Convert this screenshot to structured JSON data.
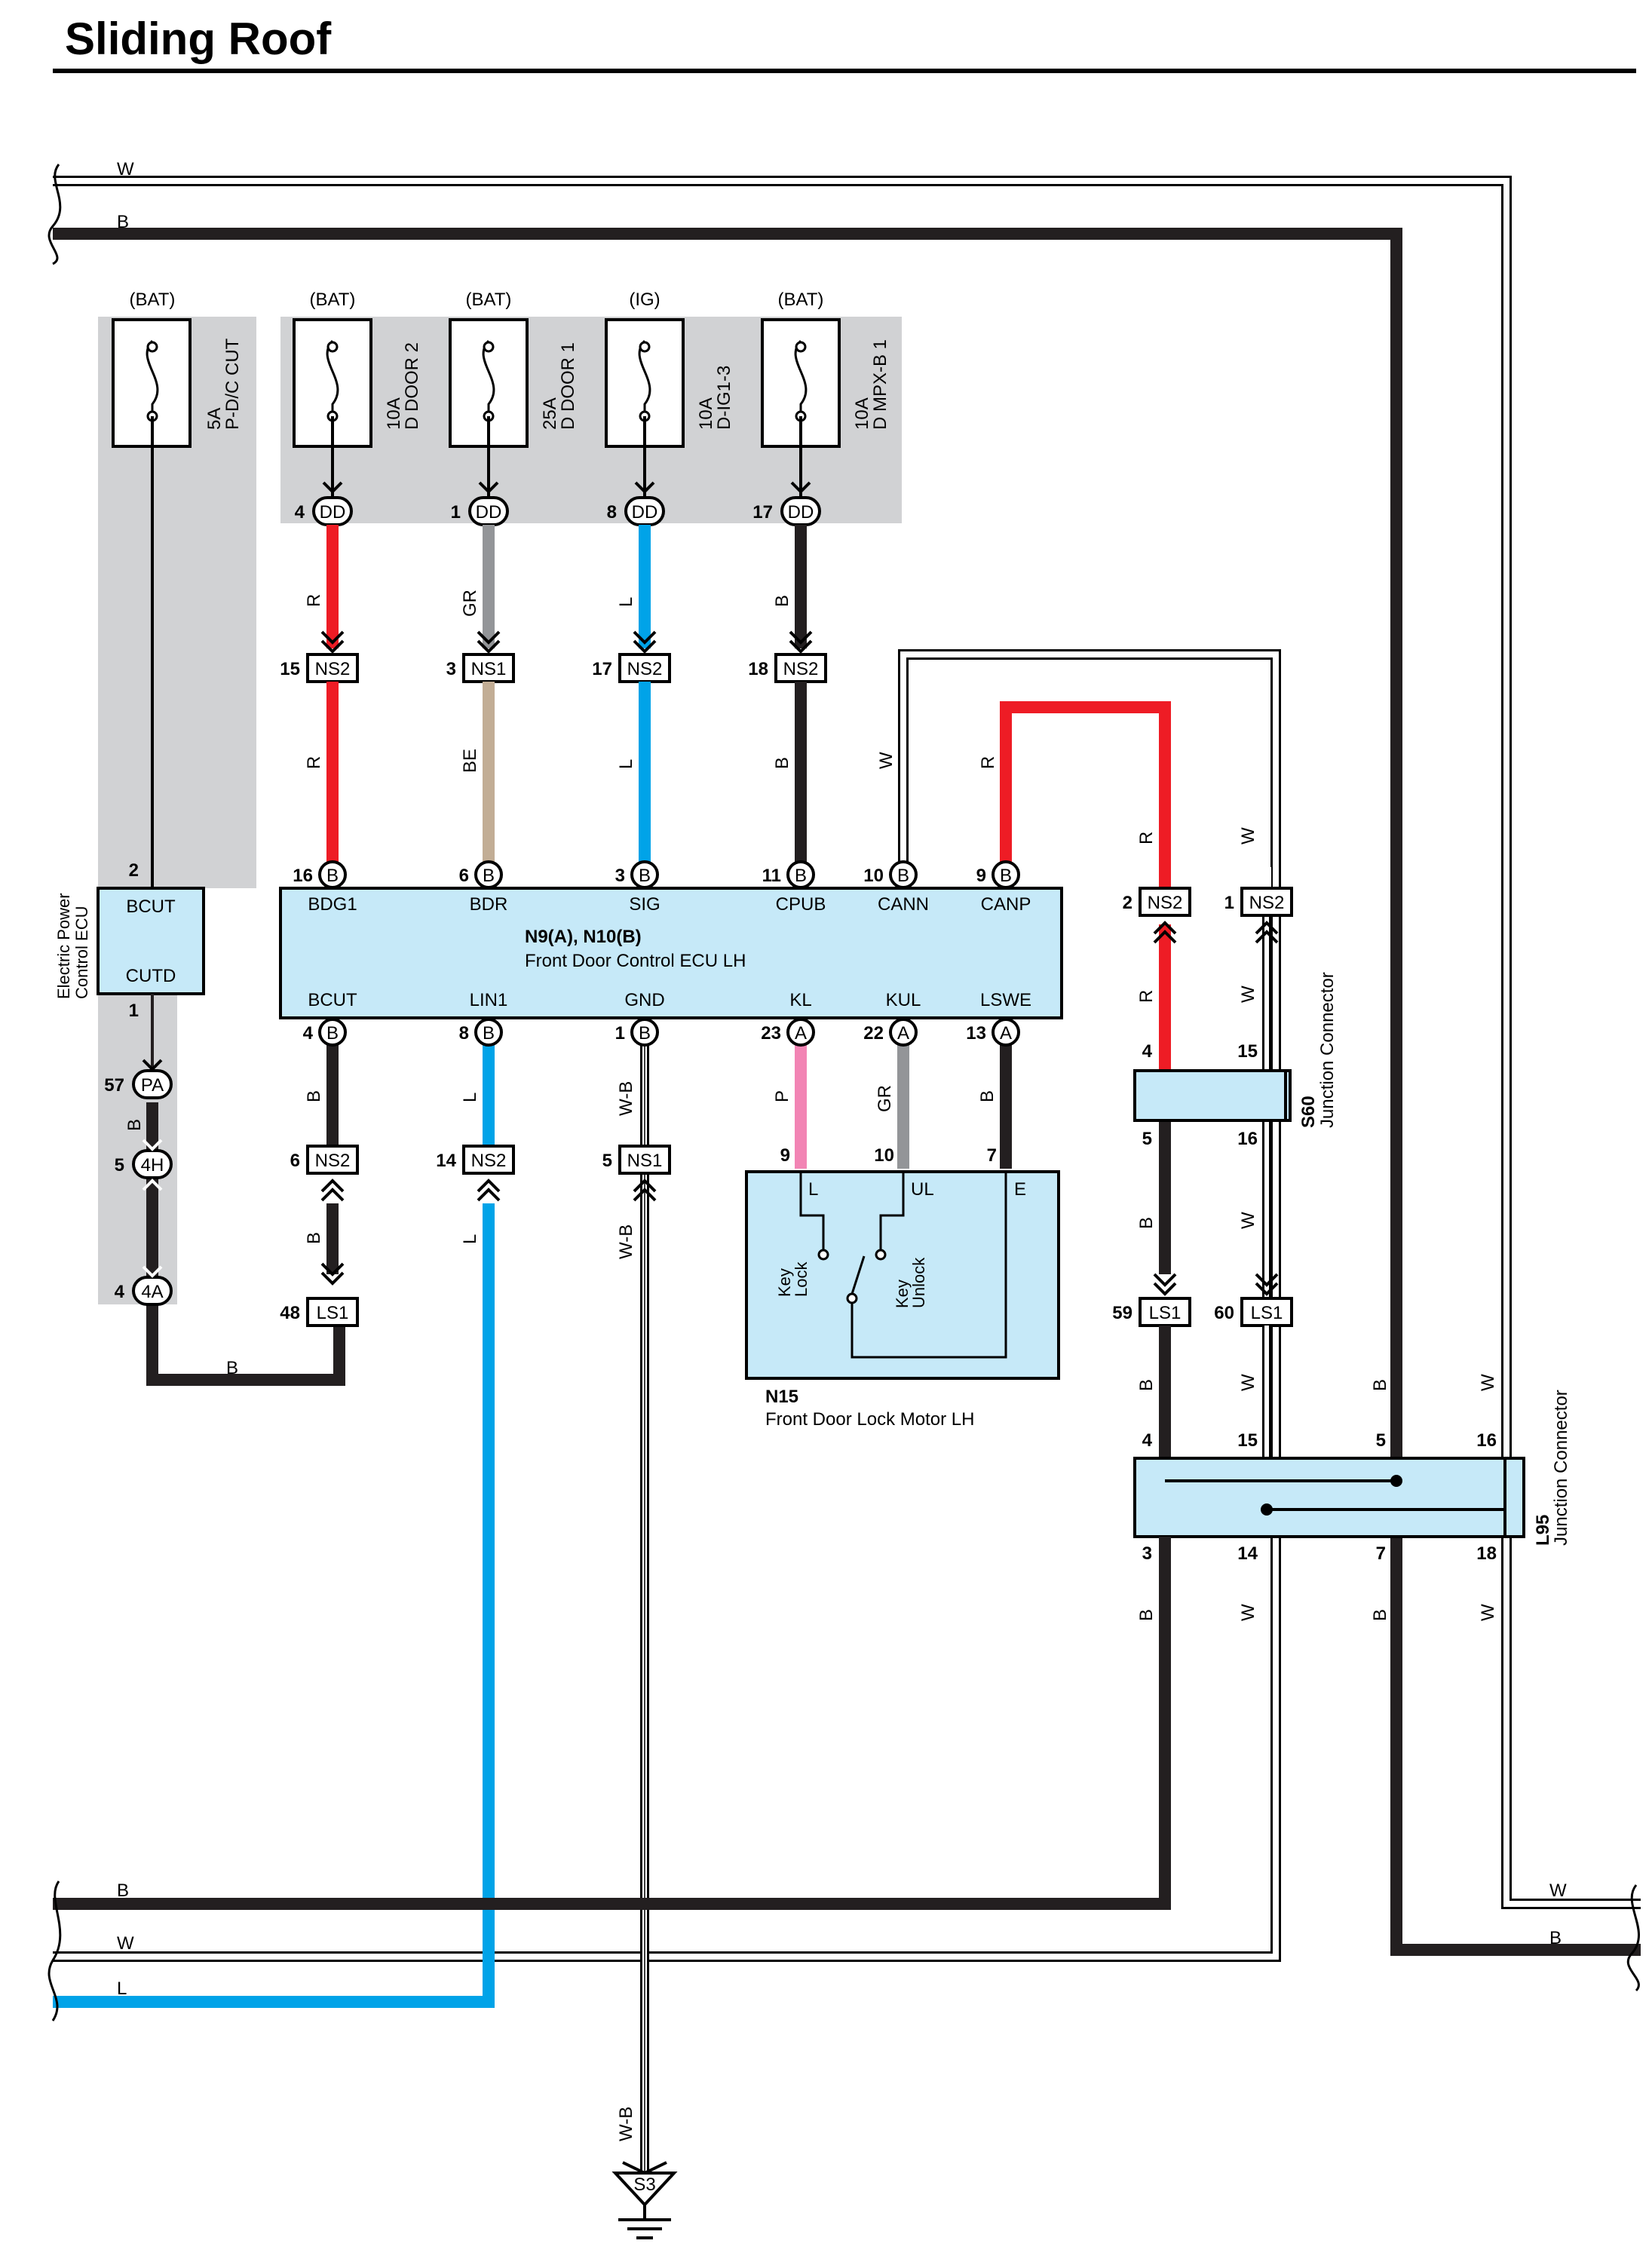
{
  "title": "Sliding Roof",
  "colors": {
    "R": "#ee1c25",
    "GR": "#939598",
    "BE": "#c2ad95",
    "L": "#00a3e8",
    "B": "#231f20",
    "P": "#f284b4",
    "W": "#ffffff",
    "ecu_fill": "#c6e9f8",
    "fuse_bg": "#d1d2d4"
  },
  "bus": {
    "w_top": "W",
    "b_top": "B",
    "b_bottom": "B",
    "w_bottom": "W",
    "l_bottom": "L",
    "w_right": "W",
    "b_right": "B"
  },
  "fuses": [
    {
      "source": "(BAT)",
      "amp": "5A",
      "name": "P-D/C CUT"
    },
    {
      "source": "(BAT)",
      "amp": "10A",
      "name": "D DOOR 2"
    },
    {
      "source": "(BAT)",
      "amp": "25A",
      "name": "D DOOR 1"
    },
    {
      "source": "(IG)",
      "amp": "10A",
      "name": "D-IG1-3"
    },
    {
      "source": "(BAT)",
      "amp": "10A",
      "name": "D MPX-B 1"
    }
  ],
  "dd_pins": [
    "4",
    "1",
    "8",
    "17"
  ],
  "dd_code": "DD",
  "wire_colors_upper": [
    "R",
    "GR",
    "L",
    "B"
  ],
  "ns_upper": [
    {
      "pin": "15",
      "code": "NS2"
    },
    {
      "pin": "3",
      "code": "NS1"
    },
    {
      "pin": "17",
      "code": "NS2"
    },
    {
      "pin": "18",
      "code": "NS2"
    }
  ],
  "wire_colors_mid": [
    "R",
    "BE",
    "L",
    "B",
    "W",
    "R"
  ],
  "ecu_power": {
    "name": "Electric Power Control ECU",
    "name_line1": "Electric Power",
    "name_line2": "Control ECU",
    "top_pin": "2",
    "top_label": "BCUT",
    "bottom_pin": "1",
    "bottom_label": "CUTD",
    "pa_pin": "57",
    "pa_code": "PA",
    "h4_pin": "5",
    "h4_code": "4H",
    "a4_pin": "4",
    "a4_code": "4A",
    "wire": "B",
    "ls_wire": "B"
  },
  "ecu_door": {
    "title": "N9(A), N10(B)",
    "subtitle": "Front Door Control ECU LH",
    "top_pins": [
      {
        "pin": "16",
        "conn": "B",
        "label": "BDG1"
      },
      {
        "pin": "6",
        "conn": "B",
        "label": "BDR"
      },
      {
        "pin": "3",
        "conn": "B",
        "label": "SIG"
      },
      {
        "pin": "11",
        "conn": "B",
        "label": "CPUB"
      },
      {
        "pin": "10",
        "conn": "B",
        "label": "CANN"
      },
      {
        "pin": "9",
        "conn": "B",
        "label": "CANP"
      }
    ],
    "bottom_pins": [
      {
        "pin": "4",
        "conn": "B",
        "label": "BCUT"
      },
      {
        "pin": "8",
        "conn": "B",
        "label": "LIN1"
      },
      {
        "pin": "1",
        "conn": "B",
        "label": "GND"
      },
      {
        "pin": "23",
        "conn": "A",
        "label": "KL"
      },
      {
        "pin": "22",
        "conn": "A",
        "label": "KUL"
      },
      {
        "pin": "13",
        "conn": "A",
        "label": "LSWE"
      }
    ]
  },
  "wire_colors_low": [
    "B",
    "L",
    "W-B",
    "P",
    "GR",
    "B"
  ],
  "ns_lower": [
    {
      "pin": "6",
      "code": "NS2"
    },
    {
      "pin": "14",
      "code": "NS2"
    },
    {
      "pin": "5",
      "code": "NS1"
    }
  ],
  "ls_left": {
    "pin": "48",
    "code": "LS1"
  },
  "wire_colors_below_ns": [
    "B",
    "L",
    "W-B"
  ],
  "motor": {
    "id": "N15",
    "name": "Front Door Lock Motor LH",
    "pins": [
      "9",
      "10",
      "7"
    ],
    "labels": [
      "L",
      "UL",
      "E"
    ],
    "switch1_line1": "Key",
    "switch1_line2": "Lock",
    "switch2_line1": "Key",
    "switch2_line2": "Unlock"
  },
  "ground": {
    "wire": "W-B",
    "code": "S3"
  },
  "right_side": {
    "ns_left": {
      "pin": "2",
      "code": "NS2"
    },
    "ns_right": {
      "pin": "1",
      "code": "NS2"
    },
    "wire_r": "R",
    "wire_w": "W",
    "s60": {
      "id": "S60",
      "name": "Junction Connector",
      "pins_top": [
        "4",
        "15"
      ],
      "pins_bottom": [
        "5",
        "16"
      ]
    },
    "ls_left": {
      "pin": "59",
      "code": "LS1"
    },
    "ls_right": {
      "pin": "60",
      "code": "LS1"
    },
    "wire_b": "B",
    "l95": {
      "id": "L95",
      "name": "Junction Connector",
      "pins_top": [
        "4",
        "15",
        "5",
        "16"
      ],
      "pins_bottom": [
        "3",
        "14",
        "7",
        "18"
      ]
    },
    "wires_above_l95": [
      "B",
      "W",
      "B",
      "W"
    ],
    "wires_below_l95": [
      "B",
      "W",
      "B",
      "W"
    ]
  }
}
